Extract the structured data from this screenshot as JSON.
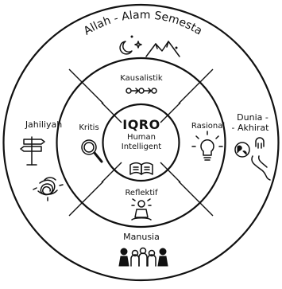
{
  "title": "Allah - Alam Semesta",
  "center": {
    "title": "IQRO",
    "line1": "Human",
    "line2": "Intelligent"
  },
  "inner_ring": {
    "top": "Kausalistik",
    "left": "Kritis",
    "right": "Rasional",
    "bottom": "Reflektif"
  },
  "outer_ring": {
    "left": "Jahiliyah",
    "right_line1": "Dunia -",
    "right_line2": "- Akhirat",
    "bottom": "Manusia"
  },
  "icons": {
    "top_outer": "moon-stars-mountains-icon",
    "left_outer_1": "signpost-icon",
    "left_outer_2": "scribble-icon",
    "right_outer": "globe-road-gate-icon",
    "bottom_outer": "people-group-icon",
    "inner_top": "circle-arrows-chain-icon",
    "inner_left": "magnifier-icon",
    "inner_right": "lightbulb-icon",
    "inner_bottom": "meditating-person-icon",
    "center": "open-book-icon"
  }
}
